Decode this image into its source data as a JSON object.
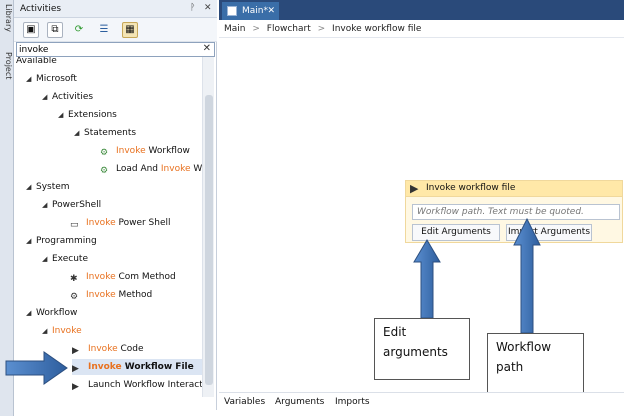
{
  "left_strip": {
    "tabs": [
      "Library",
      "Project"
    ]
  },
  "activities_panel": {
    "title": "Activities",
    "pin_glyph": "ᚹ",
    "close_glyph": "✕",
    "toolbar_icons": [
      "collapse-all-icon",
      "expand-all-icon",
      "refresh-icon",
      "list-icon",
      "box-icon"
    ],
    "search": {
      "value": "invoke",
      "clear_glyph": "✕"
    },
    "tree": [
      {
        "label": "Available",
        "indent": 0,
        "arrow": ""
      },
      {
        "label": "Microsoft",
        "indent": 1,
        "arrow": "◢"
      },
      {
        "label": "Activities",
        "indent": 2,
        "arrow": "◢"
      },
      {
        "label": "Extensions",
        "indent": 3,
        "arrow": "◢"
      },
      {
        "label": "Statements",
        "indent": 4,
        "arrow": "◢"
      },
      {
        "pre": "",
        "hl": "Invoke",
        "post": " Workflow",
        "icon": "workflow-icon"
      },
      {
        "pre": "Load And ",
        "hl": "Invoke",
        "post": " W",
        "icon": "workflow-icon"
      },
      {
        "label": "System",
        "indent": 1,
        "arrow": "◢"
      },
      {
        "label": "PowerShell",
        "indent": 2,
        "arrow": "◢"
      },
      {
        "pre": "",
        "hl": "Invoke",
        "post": " Power Shell",
        "icon": "powershell-icon"
      },
      {
        "label": "Programming",
        "indent": 1,
        "arrow": "◢"
      },
      {
        "label": "Execute",
        "indent": 2,
        "arrow": "◢"
      },
      {
        "pre": "",
        "hl": "Invoke",
        "post": " Com Method",
        "icon": "gear-icon"
      },
      {
        "pre": "",
        "hl": "Invoke",
        "post": " Method",
        "icon": "gears-icon"
      },
      {
        "label": "Workflow",
        "indent": 1,
        "arrow": "◢"
      },
      {
        "label": "Invoke",
        "indent": 2,
        "arrow": "◢",
        "highlight": true
      },
      {
        "pre": "",
        "hl": "Invoke",
        "post": " Code",
        "icon": "play-icon"
      },
      {
        "pre": "",
        "hl": "Invoke",
        "post": " Workflow File",
        "icon": "play-icon",
        "selected": true
      },
      {
        "pre": "Launch Workflow Interacti",
        "hl": "",
        "post": "",
        "icon": "play-icon"
      }
    ]
  },
  "editor": {
    "tab": {
      "label": "Main*",
      "close_glyph": "✕"
    },
    "breadcrumb": [
      "Main",
      "Flowchart",
      "Invoke workflow file"
    ],
    "breadcrumb_sep": ">",
    "activity_card": {
      "title": "Invoke workflow file",
      "path_placeholder": "Workflow path. Text must be quoted.",
      "edit_arguments_label": "Edit Arguments",
      "import_arguments_label": "Import Arguments"
    },
    "bottom_tabs": [
      "Variables",
      "Arguments",
      "Imports"
    ]
  },
  "annotations": {
    "edit_arguments": [
      "Edit",
      "arguments"
    ],
    "workflow_path": [
      "Workflow",
      "path"
    ]
  },
  "colors": {
    "highlight": "#e8711f",
    "tab_active": "#3a6ea8",
    "tab_bar": "#2a4a7a",
    "arrow": "#3d6fb0",
    "card": "#fff8e3"
  }
}
